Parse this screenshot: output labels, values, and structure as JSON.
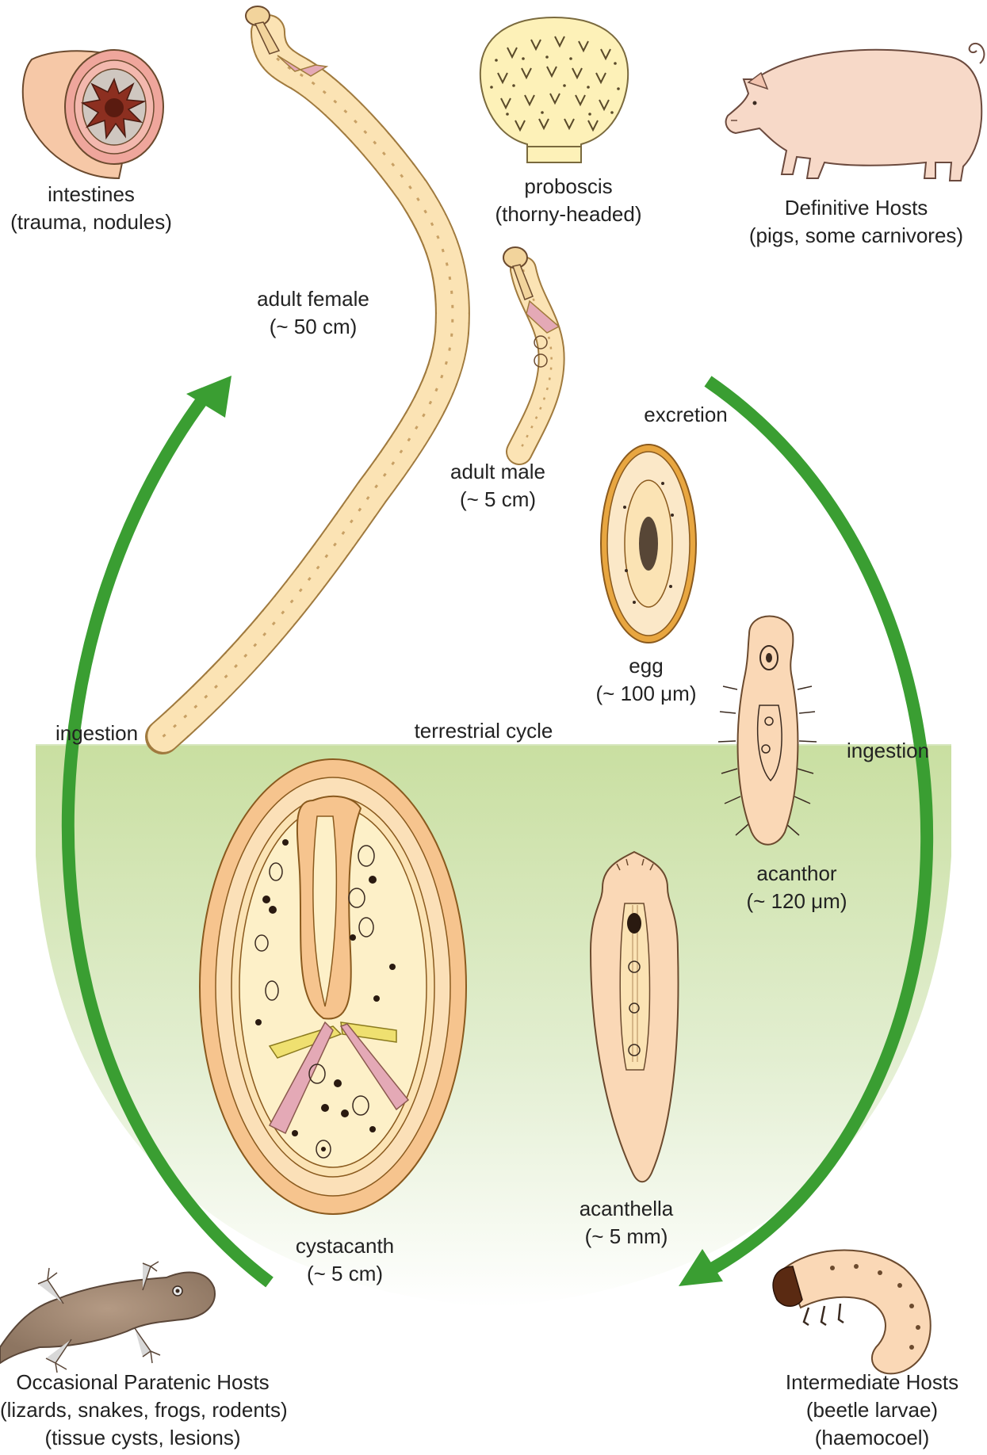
{
  "diagram": {
    "cycle_label": "terrestrial cycle",
    "arrows": {
      "left": "ingestion",
      "right_top": "excretion",
      "right_mid": "ingestion"
    },
    "nodes": {
      "intestines": {
        "name": "intestines",
        "note": "(trauma, nodules)"
      },
      "proboscis": {
        "name": "proboscis",
        "note": "(thorny-headed)"
      },
      "definitive_hosts": {
        "name": "Definitive Hosts",
        "note": "(pigs, some carnivores)"
      },
      "adult_female": {
        "name": "adult female",
        "note": "(~ 50 cm)"
      },
      "adult_male": {
        "name": "adult male",
        "note": "(~ 5 cm)"
      },
      "egg": {
        "name": "egg",
        "note": "(~ 100 μm)"
      },
      "acanthor": {
        "name": "acanthor",
        "note": "(~ 120 μm)"
      },
      "acanthella": {
        "name": "acanthella",
        "note": "(~ 5 mm)"
      },
      "cystacanth": {
        "name": "cystacanth",
        "note": "(~ 5 cm)"
      },
      "intermediate_hosts": {
        "name": "Intermediate Hosts",
        "line2": "(beetle larvae)",
        "line3": "(haemocoel)"
      },
      "paratenic_hosts": {
        "name": "Occasional Paratenic Hosts",
        "line2": "(lizards, snakes, frogs, rodents)",
        "line3": "(tissue cysts, lesions)"
      }
    }
  },
  "colors": {
    "arrow": "#3a9e32",
    "zone_top": "#c9dfa1",
    "worm_fill": "#fbe3b4",
    "worm_stroke": "#a07a3e",
    "egg_shell": "#e8a640",
    "larva_fill": "#fad8b6",
    "pink": "#e4a9b6",
    "yellow": "#ece37a"
  }
}
